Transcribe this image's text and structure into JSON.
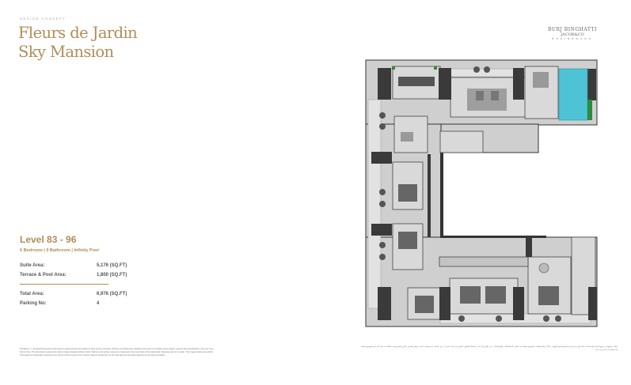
{
  "header": {
    "kicker": "DESIGN CONCEPT",
    "title_line1": "Fleurs de Jardin",
    "title_line2": "Sky Mansion"
  },
  "brand": {
    "line1": "BURJ BINGHATTI",
    "line2": "JACOB&CO",
    "line3": "RESIDENCES"
  },
  "unit": {
    "level": "Level 83 - 96",
    "summary": "6 Bedroom | 9 Bathroom | Infinity Pool",
    "specs": [
      {
        "label": "Suite Area:",
        "value": "5,176 (SQ.FT)"
      },
      {
        "label": "Terrace & Pool Area:",
        "value": "1,800 (SQ.FT)"
      }
    ],
    "totals": [
      {
        "label": "Total Area:",
        "value": "6,976 (SQ.FT)"
      },
      {
        "label": "Parking No:",
        "value": "4"
      }
    ]
  },
  "disclaimer": "Disclaimer: 1. All stated dimensions and areas are approximate and subject to final survey. Furniture, finishes and fittings are indicative only and not included unless stated. Layouts and specifications may vary from floor to floor. The developer reserves the right to make changes without notice. Balcony and terrace areas are measured to the outer face of the balustrade. Drawings are not to scale. The images shown are artistic impressions for illustration purposes only and do not form part of any contract. Buyers should rely on the final sale and purchase agreement and approved plans.",
  "disclaimer_arabic": "إخلاء مسؤولية: جميع الأبعاد والمساحات المذكورة تقريبية وتخضع للمسح النهائي. الأثاث والتشطيبات للتوضيح فقط. قد تختلف المخططات والمواصفات من طابق إلى آخر. يحتفظ المطور بالحق في إجراء تغييرات دون إشعار. الرسومات ليست وفق مقياس. الصور المعروضة انطباعات فنية لأغراض التوضيح فقط ولا تشكل جزءاً من أي عقد.",
  "colors": {
    "accent": "#b08d57",
    "pool": "#4fc3d6",
    "wall": "#333333",
    "floor": "#c9c9c9"
  }
}
